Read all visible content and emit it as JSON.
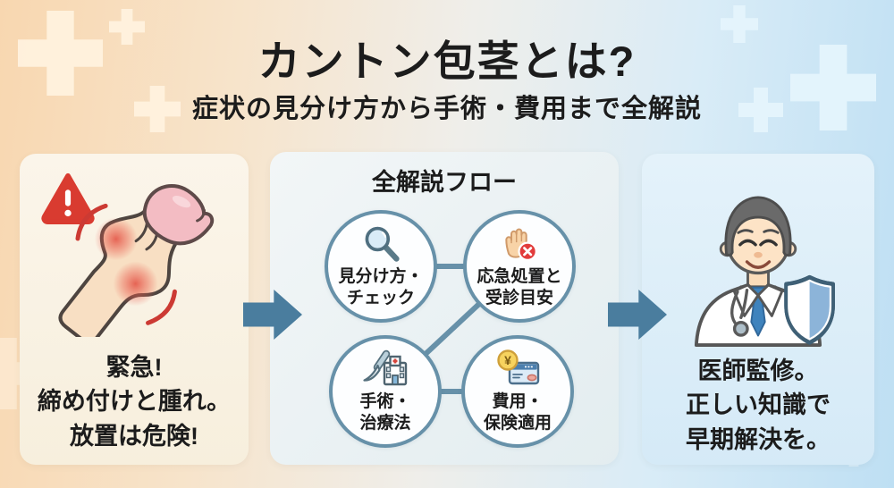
{
  "header": {
    "title": "カントン包茎とは?",
    "subtitle": "症状の見分け方から手術・費用まで全解説"
  },
  "left_panel": {
    "caption_lines": [
      "緊急!",
      "締め付けと腫れ。",
      "放置は危険!"
    ]
  },
  "flow_panel": {
    "title": "全解説フロー",
    "steps": [
      {
        "icon": "magnifier-icon",
        "label_lines": [
          "見分け方・",
          "チェック"
        ]
      },
      {
        "icon": "stop-hand-icon",
        "label_lines": [
          "応急処置と",
          "受診目安"
        ]
      },
      {
        "icon": "scalpel-hospital-icon",
        "label_lines": [
          "手術・",
          "治療法"
        ]
      },
      {
        "icon": "yen-coin-card-icon",
        "label_lines": [
          "費用・",
          "保険適用"
        ],
        "coin_symbol": "¥"
      }
    ]
  },
  "right_panel": {
    "caption_lines": [
      "医師監修。",
      "正しい知識で",
      "早期解決を。"
    ]
  },
  "colors": {
    "arrow_blue": "#4a7d9e",
    "circle_border": "#6791a9",
    "warning_red": "#d93b30",
    "shield_blue": "#8cb4d9",
    "background_left": "#f8d7b0",
    "background_right": "#bedff3"
  }
}
